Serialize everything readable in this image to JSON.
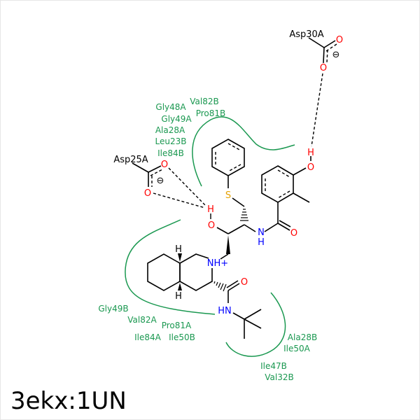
{
  "title": "3ekx:1UN",
  "colors": {
    "residue": "#1a9850",
    "oxygen": "#ff0000",
    "nitrogen": "#0000ff",
    "sulfur": "#e6a100",
    "bond": "#000000"
  },
  "residues": {
    "asp30a": "Asp30A",
    "asp25a": "Asp25A",
    "top_group": [
      "Gly48A",
      "Val82B",
      "Gly49A",
      "Pro81B",
      "Ala28A",
      "Leu23B",
      "Ile84B"
    ],
    "left_group": [
      "Gly49B",
      "Val82A",
      "Pro81A",
      "Ile84A",
      "Ile50B"
    ],
    "right_group": [
      "Ala28B",
      "Ile50A",
      "Ile47B",
      "Val32B"
    ]
  },
  "atoms": {
    "O": "O",
    "H": "H",
    "S": "S",
    "N": "N",
    "NH": "NH",
    "HN": "HN",
    "NHplus": "NH+",
    "minus": "⊖"
  }
}
